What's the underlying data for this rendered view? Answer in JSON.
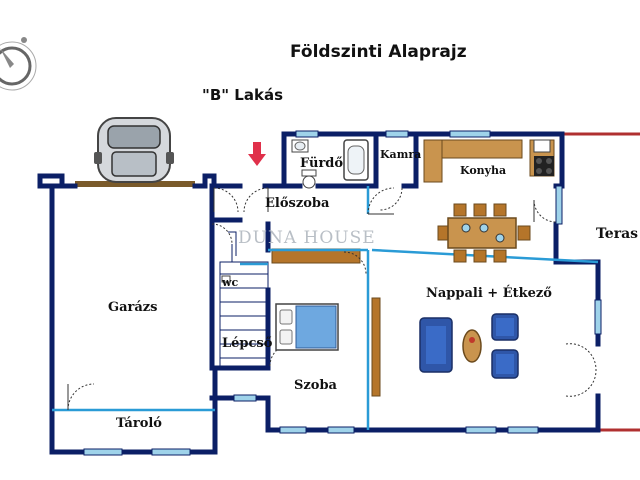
{
  "title": "Földszinti Alaprajz",
  "subtitle": "\"B\" Lakás",
  "watermark": "DUNA HOUSE",
  "rooms": {
    "furdo": "Fürdő",
    "kamra": "Kamra",
    "konyha": "Konyha",
    "eloszoba": "Előszoba",
    "terasz": "Teras",
    "wc": "wc",
    "garazs": "Garázs",
    "nappali": "Nappali + Étkező",
    "lepcso": "Lépcső",
    "szoba": "Szoba",
    "tarolo": "Tároló"
  },
  "icons": [
    "compass-icon",
    "entrance-arrow-icon",
    "car-icon",
    "bed-icon",
    "sofa-icon",
    "armchair-icon",
    "coffee-table-icon",
    "dining-table-icon",
    "stove-icon",
    "sink-icon",
    "toilet-icon",
    "bathtub-icon"
  ],
  "colors": {
    "wall": "#0b1f66",
    "window": "#9fd3ea",
    "floor_wood": "#b5752a",
    "counter": "#c9944e",
    "furniture_blue": "#3a6bc7",
    "terrace_line": "#b03030",
    "entrance_arrow": "#e0304a"
  }
}
